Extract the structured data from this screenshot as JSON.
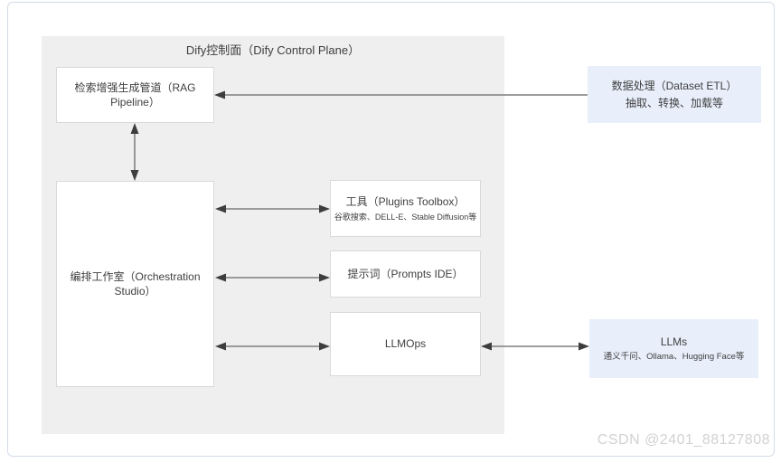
{
  "page": {
    "watermark": "CSDN @2401_88127808"
  },
  "colors": {
    "panel_bg": "#efefef",
    "white_node_border": "#d9d9d9",
    "blue_node_bg": "#e8effb",
    "arrow_line": "#7f7f7f",
    "arrow_head": "#3d3d3d",
    "text": "#3f3f3f",
    "watermark": "#d2d2d2"
  },
  "diagram": {
    "title": "Dify控制面（Dify Control Plane）",
    "nodes": {
      "rag": {
        "label": "检索增强生成管道（RAG Pipeline）"
      },
      "studio": {
        "label": "编排工作室（Orchestration Studio）"
      },
      "toolbox": {
        "label": "工具（Plugins Toolbox）",
        "sublabel": "谷歌搜索、DELL-E、Stable Diffusion等"
      },
      "prompts": {
        "label": "提示词（Prompts IDE）"
      },
      "llmops": {
        "label": "LLMOps"
      },
      "etl": {
        "label": "数据处理（Dataset ETL）",
        "sublabel": "抽取、转换、加载等"
      },
      "llms": {
        "label": "LLMs",
        "sublabel": "通义千问、Ollama、Hugging Face等"
      }
    },
    "edges": [
      "dataset-etl -> rag-pipeline",
      "rag-pipeline <-> orchestration-studio",
      "orchestration-studio <-> plugins-toolbox",
      "orchestration-studio <-> prompts-ide",
      "orchestration-studio <-> llmops",
      "llmops <-> llms"
    ]
  }
}
